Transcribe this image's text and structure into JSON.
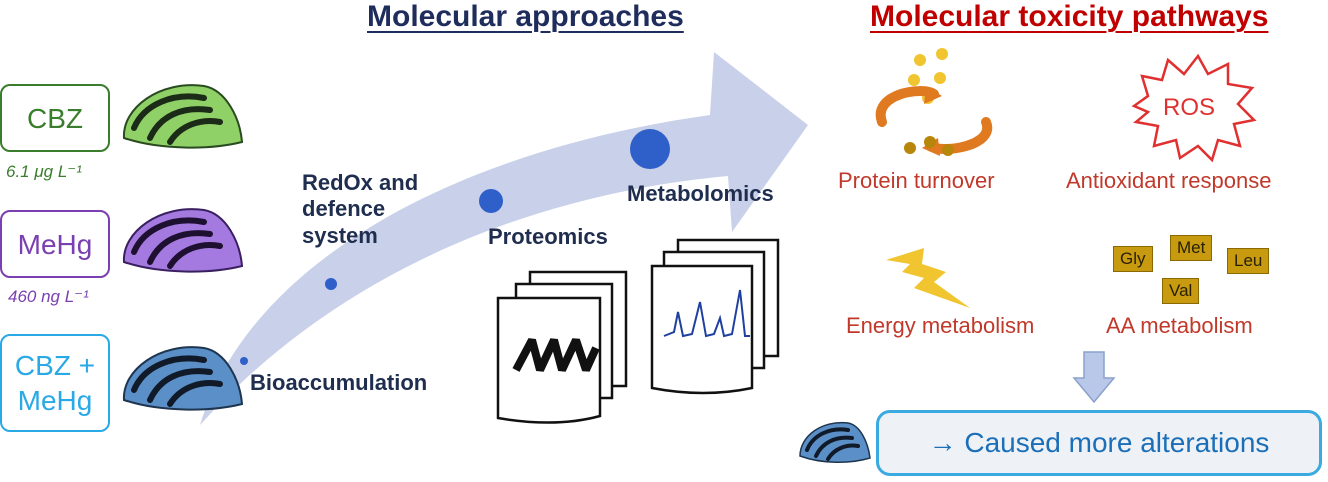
{
  "headings": {
    "approaches": "Molecular approaches",
    "pathways": "Molecular toxicity pathways"
  },
  "treatments": [
    {
      "label": "CBZ",
      "concentration": "6.1 μg L⁻¹",
      "color": "#3a7d2c"
    },
    {
      "label": "MeHg",
      "concentration": "460 ng L⁻¹",
      "color": "#7a3fb0"
    },
    {
      "label": "CBZ + MeHg",
      "concentration": "",
      "color": "#29a9e6"
    }
  ],
  "approach_steps": [
    "Bioaccumulation",
    "RedOx and defence system",
    "Proteomics",
    "Metabolomics"
  ],
  "pathways": {
    "protein_turnover": "Protein turnover",
    "antioxidant_response": "Antioxidant response",
    "ros_badge": "ROS",
    "energy_metabolism": "Energy metabolism",
    "aa_metabolism": "AA metabolism",
    "amino_acids": [
      "Gly",
      "Met",
      "Leu",
      "Val"
    ]
  },
  "result": "→ Caused more alterations",
  "colors": {
    "heading_approaches": "#1f2d5c",
    "heading_pathways": "#c00000",
    "pathway_text": "#c0392b",
    "arrow_fill": "#c9d0ea",
    "dots": "#2f5fc8",
    "result_border": "#3aaae0",
    "result_text": "#1b6fb8"
  }
}
